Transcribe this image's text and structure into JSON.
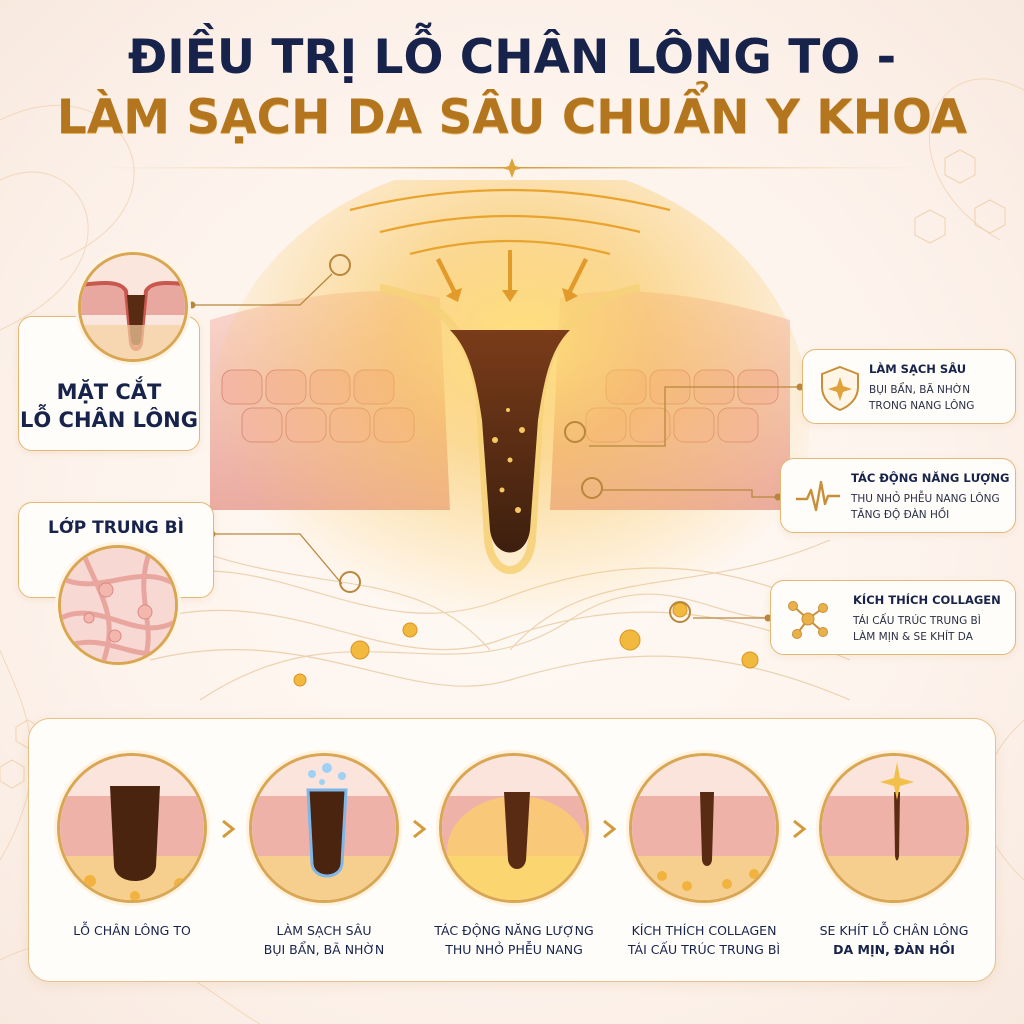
{
  "title": {
    "line1": "ĐIỀU TRỊ LỖ CHÂN LÔNG TO -",
    "line2": "LÀM SẠCH DA SÂU CHUẨN Y KHOA"
  },
  "left_labels": {
    "cross_section_line1": "MẶT CẮT",
    "cross_section_line2": "LỖ CHÂN LÔNG",
    "dermis": "LỚP TRUNG BÌ"
  },
  "features": [
    {
      "title": "LÀM SẠCH SÂU",
      "line1": "BỤI BẨN, BÃ NHỜN",
      "line2": "TRONG NANG LÔNG",
      "icon": "shield-sparkle-icon"
    },
    {
      "title": "TÁC ĐỘNG NĂNG LƯỢNG",
      "line1": "THU NHỎ PHỄU NANG LÔNG",
      "line2": "TĂNG ĐỘ ĐÀN HỒI",
      "icon": "pulse-wave-icon"
    },
    {
      "title": "KÍCH THÍCH COLLAGEN",
      "line1": "TÁI CẤU TRÚC TRUNG BÌ",
      "line2": "LÀM MỊN & SE KHÍT DA",
      "icon": "molecule-icon"
    }
  ],
  "steps": [
    {
      "line1": "LỖ CHÂN LÔNG TO",
      "line2": ""
    },
    {
      "line1": "LÀM SẠCH SÂU",
      "line2": "BỤI BẨN, BÃ NHỜN"
    },
    {
      "line1": "TÁC ĐỘNG NĂNG LƯỢNG",
      "line2": "THU NHỎ PHỄU NANG"
    },
    {
      "line1": "KÍCH THÍCH COLLAGEN",
      "line2": "TÁI CẤU TRÚC TRUNG BÌ"
    },
    {
      "line1": "SE KHÍT LỖ CHÂN LÔNG",
      "line2": "DA MỊN, ĐÀN HỒI"
    }
  ],
  "colors": {
    "navy": "#17234a",
    "gold": "#b3761e",
    "gold_light": "#f5c24a",
    "skin": "#f4b8b0",
    "border": "#d9a653"
  }
}
